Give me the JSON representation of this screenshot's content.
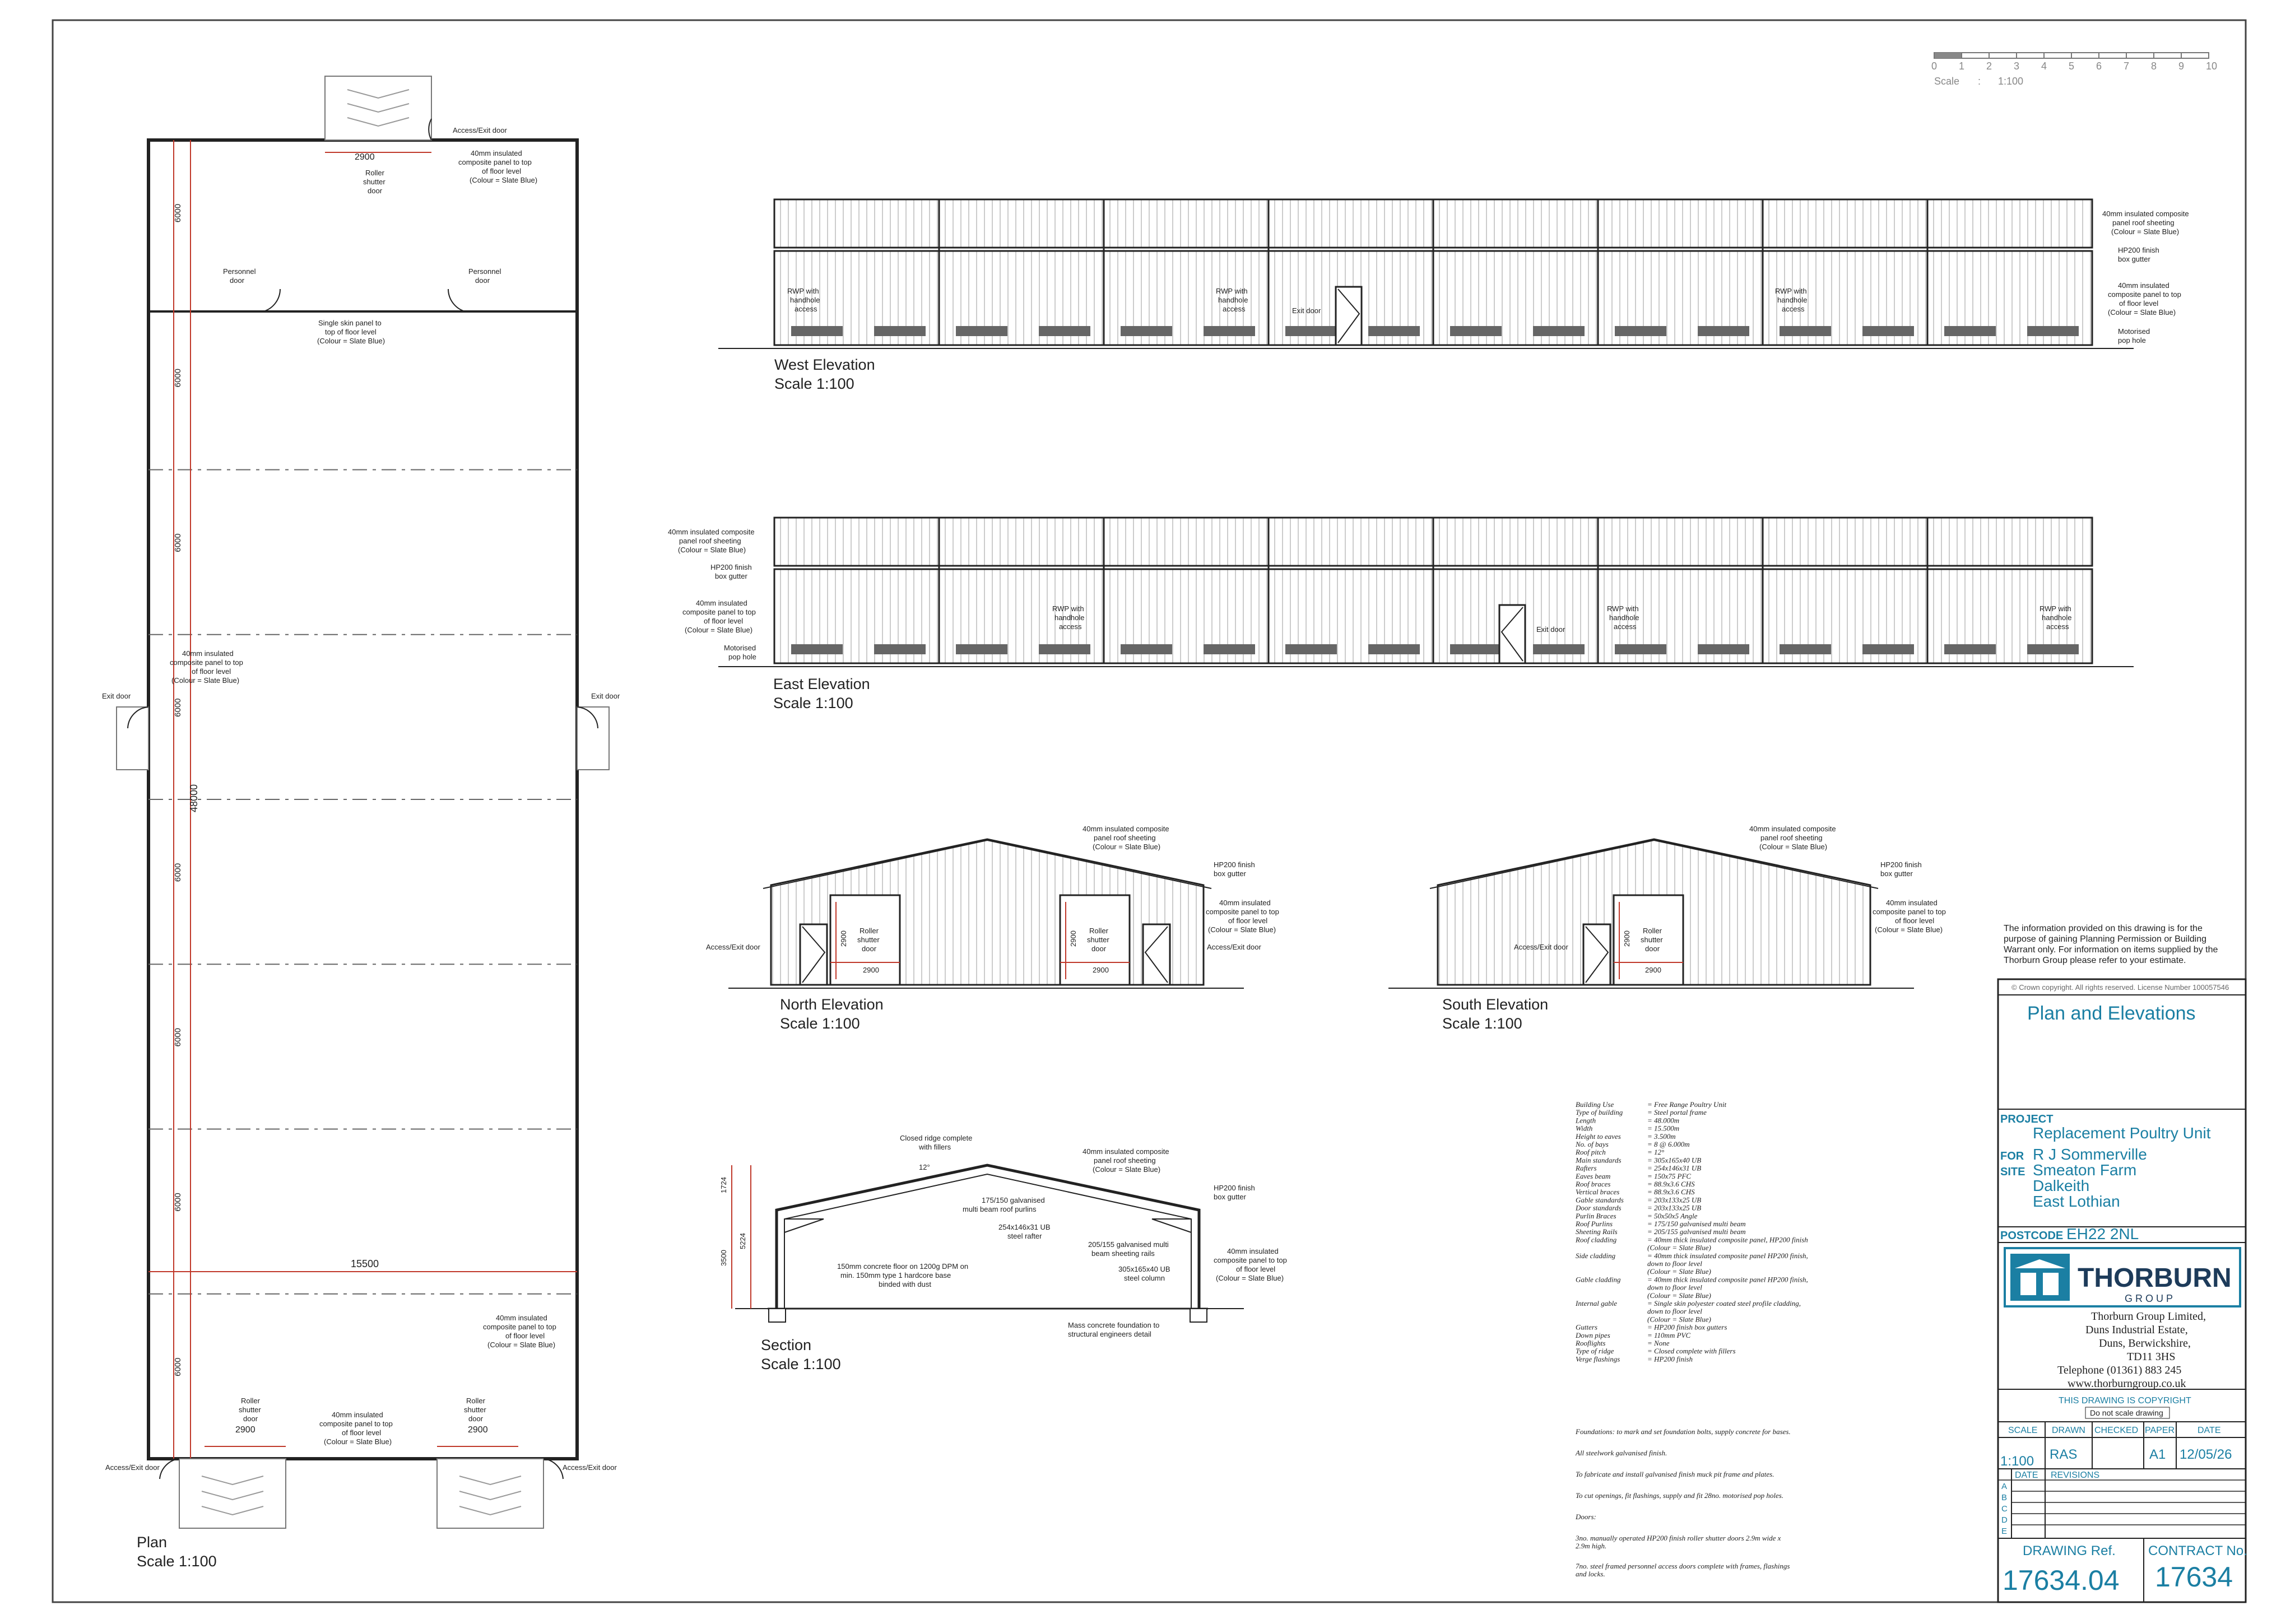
{
  "scale_bar": {
    "ticks": [
      "0",
      "1",
      "2",
      "3",
      "4",
      "5",
      "6",
      "7",
      "8",
      "9",
      "10"
    ],
    "label": "Scale",
    "sep": ":",
    "ratio": "1:100"
  },
  "plan": {
    "title": "Plan",
    "scale": "Scale 1:100",
    "width_dim": "15500",
    "length_dim": "48000",
    "bay_dims": [
      "6000",
      "6000",
      "6000",
      "6000",
      "6000",
      "6000",
      "6000",
      "6000"
    ],
    "door_dim": "2900",
    "top_access": "Access/Exit door",
    "roller": [
      "Roller",
      "shutter",
      "door"
    ],
    "composite": [
      "40mm insulated",
      "composite panel to top",
      "of floor level",
      "(Colour = Slate Blue)"
    ],
    "personnel": [
      "Personnel",
      "door"
    ],
    "single_skin": [
      "Single skin panel to",
      "top of floor level",
      "(Colour = Slate Blue)"
    ],
    "exit_door": "Exit door",
    "access_exit": "Access/Exit door"
  },
  "west": {
    "title": "West Elevation",
    "scale": "Scale 1:100",
    "rwp": [
      "RWP with",
      "handhole",
      "access"
    ],
    "exit": "Exit door",
    "notes": [
      [
        "40mm insulated composite",
        "panel roof sheeting",
        "(Colour = Slate Blue)"
      ],
      [
        "HP200 finish",
        "box gutter"
      ],
      [
        "40mm insulated",
        "composite panel to top",
        "of floor level",
        "(Colour = Slate Blue)"
      ],
      [
        "Motorised",
        "pop hole"
      ]
    ]
  },
  "east": {
    "title": "East Elevation",
    "scale": "Scale 1:100",
    "rwp": [
      "RWP with",
      "handhole",
      "access"
    ],
    "exit": "Exit door",
    "notes": [
      [
        "40mm insulated composite",
        "panel roof sheeting",
        "(Colour = Slate Blue)"
      ],
      [
        "HP200 finish",
        "box gutter"
      ],
      [
        "40mm insulated",
        "composite panel to top",
        "of floor level",
        "(Colour = Slate Blue)"
      ],
      [
        "Motorised",
        "pop hole"
      ]
    ]
  },
  "north": {
    "title": "North Elevation",
    "scale": "Scale 1:100",
    "roof": [
      "40mm insulated composite",
      "panel roof sheeting",
      "(Colour = Slate Blue)"
    ],
    "gutter": [
      "HP200 finish",
      "box gutter"
    ],
    "wall": [
      "40mm insulated",
      "composite panel to top",
      "of floor level",
      "(Colour = Slate Blue)"
    ],
    "access": "Access/Exit door",
    "roller": [
      "Roller",
      "shutter",
      "door"
    ],
    "w": "2900",
    "h": "2900"
  },
  "south": {
    "title": "South Elevation",
    "scale": "Scale 1:100",
    "roof": [
      "40mm insulated composite",
      "panel roof sheeting",
      "(Colour = Slate Blue)"
    ],
    "gutter": [
      "HP200 finish",
      "box gutter"
    ],
    "wall": [
      "40mm insulated",
      "composite panel to top",
      "of floor level",
      "(Colour = Slate Blue)"
    ],
    "access": "Access/Exit door",
    "roller": [
      "Roller",
      "shutter",
      "door"
    ],
    "w": "2900",
    "h": "2900"
  },
  "section": {
    "title": "Section",
    "scale": "Scale 1:100",
    "ridge": [
      "Closed ridge complete",
      "with fillers"
    ],
    "roof": [
      "40mm insulated composite",
      "panel roof sheeting",
      "(Colour = Slate Blue)"
    ],
    "purlins": [
      "175/150 galvanised",
      "multi beam roof purlins"
    ],
    "rafter": [
      "254x146x31 UB",
      "steel rafter"
    ],
    "gutter": [
      "HP200 finish",
      "box gutter"
    ],
    "rails": [
      "205/155 galvanised multi",
      "beam sheeting rails"
    ],
    "wall": [
      "40mm insulated",
      "composite panel to top",
      "of floor level",
      "(Colour = Slate Blue)"
    ],
    "column": [
      "305x165x40 UB",
      "steel column"
    ],
    "floor": [
      "150mm concrete floor on 1200g DPM on",
      "min. 150mm type 1 hardcore base",
      "binded with dust"
    ],
    "foundation": [
      "Mass concrete foundation to",
      "structural engineers detail"
    ],
    "dims": [
      "1724",
      "5224",
      "3500"
    ],
    "ridge_pitch": "12°"
  },
  "specs": [
    [
      "Building Use",
      "= Free Range Poultry Unit"
    ],
    [
      "Type of building",
      "= Steel portal frame"
    ],
    [
      "Length",
      "= 48.000m"
    ],
    [
      "Width",
      "= 15.500m"
    ],
    [
      "Height to eaves",
      "= 3.500m"
    ],
    [
      "No. of bays",
      "= 8 @ 6.000m"
    ],
    [
      "Roof pitch",
      "= 12°"
    ],
    [
      "Main standards",
      "= 305x165x40 UB"
    ],
    [
      "Rafters",
      "= 254x146x31 UB"
    ],
    [
      "Eaves beam",
      "= 150x75 PFC"
    ],
    [
      "Roof braces",
      "= 88.9x3.6 CHS"
    ],
    [
      "Vertical braces",
      "= 88.9x3.6 CHS"
    ],
    [
      "Gable standards",
      "= 203x133x25 UB"
    ],
    [
      "Door standards",
      "= 203x133x25 UB"
    ],
    [
      "Purlin Braces",
      "= 50x50x5 Angle"
    ],
    [
      "Roof Purlins",
      "= 175/150 galvanised multi beam"
    ],
    [
      "Sheeting Rails",
      "= 205/155 galvanised multi beam"
    ],
    [
      "Roof cladding",
      "= 40mm thick insulated composite panel, HP200 finish"
    ],
    [
      "",
      "(Colour = Slate Blue)"
    ],
    [
      "Side cladding",
      "= 40mm thick insulated composite panel HP200 finish,"
    ],
    [
      "",
      "down to floor level"
    ],
    [
      "",
      "(Colour = Slate Blue)"
    ],
    [
      "Gable cladding",
      "= 40mm thick insulated composite panel HP200 finish,"
    ],
    [
      "",
      "down to floor level"
    ],
    [
      "",
      "(Colour = Slate Blue)"
    ],
    [
      "Internal gable",
      "= Single skin polyester coated steel profile cladding,"
    ],
    [
      "",
      "down to floor level"
    ],
    [
      "",
      "(Colour = Slate Blue)"
    ],
    [
      "Gutters",
      "= HP200 finish box gutters"
    ],
    [
      "Down pipes",
      "= 110mm PVC"
    ],
    [
      "Rooflights",
      "= None"
    ],
    [
      "Type of ridge",
      "= Closed complete with fillers"
    ],
    [
      "Verge flashings",
      "= HP200 finish"
    ]
  ],
  "notes": [
    "Foundations: to mark and set foundation bolts, supply concrete for bases.",
    "All steelwork galvanised finish.",
    "To fabricate and install galvanised finish muck pit frame and plates.",
    "To cut openings, fit flashings, supply and fit 28no. motorised pop holes.",
    "Doors:",
    "3no. manually operated HP200 finish roller shutter doors 2.9m wide x",
    "2.9m high.",
    "7no. steel framed personnel access doors complete with frames, flashings",
    "and locks."
  ],
  "disclaimer": [
    "The information provided on this drawing is for the",
    "purpose of gaining Planning Permission or Building",
    "Warrant only. For information on items supplied by the",
    "Thorburn Group please refer to your estimate."
  ],
  "title_block": {
    "crown": "© Crown copyright. All rights reserved. License Number 100057546",
    "drawing_title": "Plan and Elevations",
    "project_label": "PROJECT",
    "project": "Replacement Poultry Unit",
    "for_label": "FOR",
    "for": "R J Sommerville",
    "site_label": "SITE",
    "site": [
      "Smeaton Farm",
      "Dalkeith",
      "East Lothian"
    ],
    "postcode_label": "POSTCODE",
    "postcode": "EH22 2NL",
    "brand": "THORBURN",
    "brand_sub": "G R O U P",
    "address": [
      "Thorburn Group Limited,",
      "Duns Industrial Estate,",
      "Duns, Berwickshire,",
      "TD11 3HS",
      "Telephone (01361) 883 245",
      "www.thorburngroup.co.uk"
    ],
    "copyright": "THIS DRAWING IS COPYRIGHT",
    "no_scale": "Do not scale drawing",
    "headers": [
      "SCALE",
      "DRAWN",
      "CHECKED",
      "PAPER",
      "DATE"
    ],
    "values": [
      "1:100",
      "RAS",
      "",
      "A1",
      "12/05/26"
    ],
    "rev_headers": [
      "DATE",
      "REVISIONS"
    ],
    "rev_letters": [
      "A",
      "B",
      "C",
      "D",
      "E"
    ],
    "drawing_ref_label": "DRAWING Ref.",
    "drawing_ref": "17634.04",
    "contract_label": "CONTRACT No.",
    "contract": "17634"
  },
  "colors": {
    "accent": "#1b7fa3",
    "dimension": "#c0392b",
    "line": "#222222"
  }
}
